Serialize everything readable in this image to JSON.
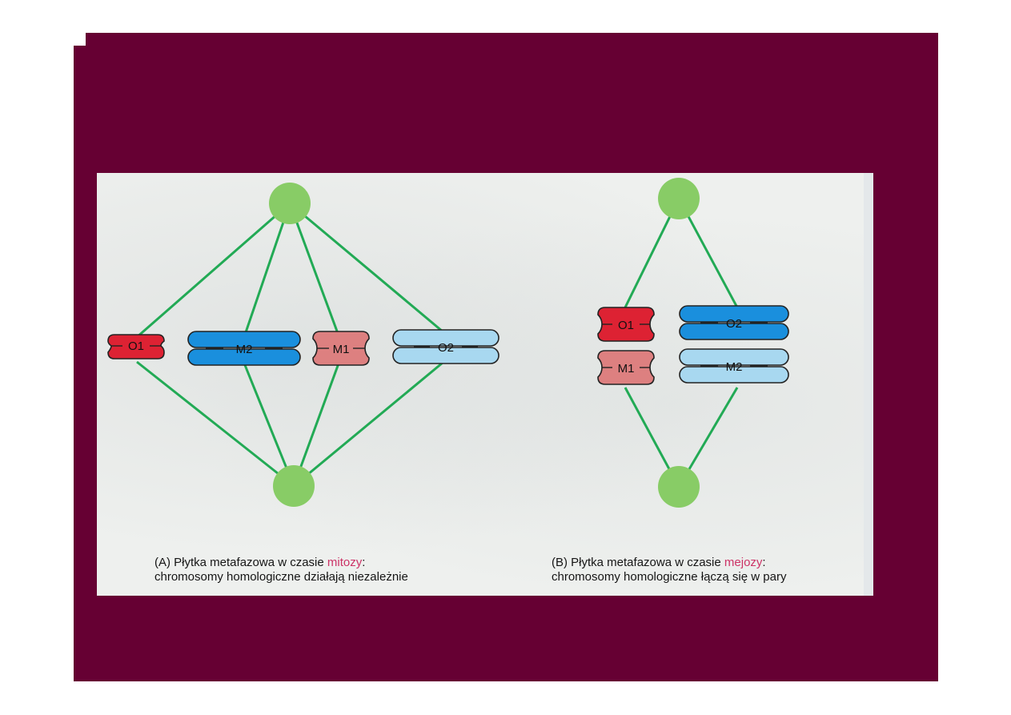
{
  "colors": {
    "background": "#660033",
    "spindle_line": "#22aa55",
    "pole": "#88cc66",
    "red": "#dd2233",
    "pink": "#dd8080",
    "blue": "#1a8fdd",
    "light_blue": "#a8d8f0",
    "highlight_text": "#cc3366"
  },
  "panel_a": {
    "chromosomes": [
      {
        "label": "O1",
        "color": "red",
        "shape": "short"
      },
      {
        "label": "M2",
        "color": "blue",
        "shape": "long"
      },
      {
        "label": "M1",
        "color": "pink",
        "shape": "short"
      },
      {
        "label": "O2",
        "color": "light_blue",
        "shape": "long"
      }
    ],
    "caption": {
      "line1_prefix": "(A) Płytka metafazowa w czasie ",
      "line1_highlight": "mitozy",
      "line1_suffix": ":",
      "line2": "chromosomy homologiczne działają niezależnie"
    }
  },
  "panel_b": {
    "chromosomes": [
      {
        "label": "O1",
        "color": "red",
        "shape": "short"
      },
      {
        "label": "O2",
        "color": "blue",
        "shape": "long"
      },
      {
        "label": "M1",
        "color": "pink",
        "shape": "short"
      },
      {
        "label": "M2",
        "color": "light_blue",
        "shape": "long"
      }
    ],
    "caption": {
      "line1_prefix": "(B) Płytka metafazowa w czasie ",
      "line1_highlight": "mejozy",
      "line1_suffix": ":",
      "line2": "chromosomy homologiczne łączą się w pary"
    }
  }
}
